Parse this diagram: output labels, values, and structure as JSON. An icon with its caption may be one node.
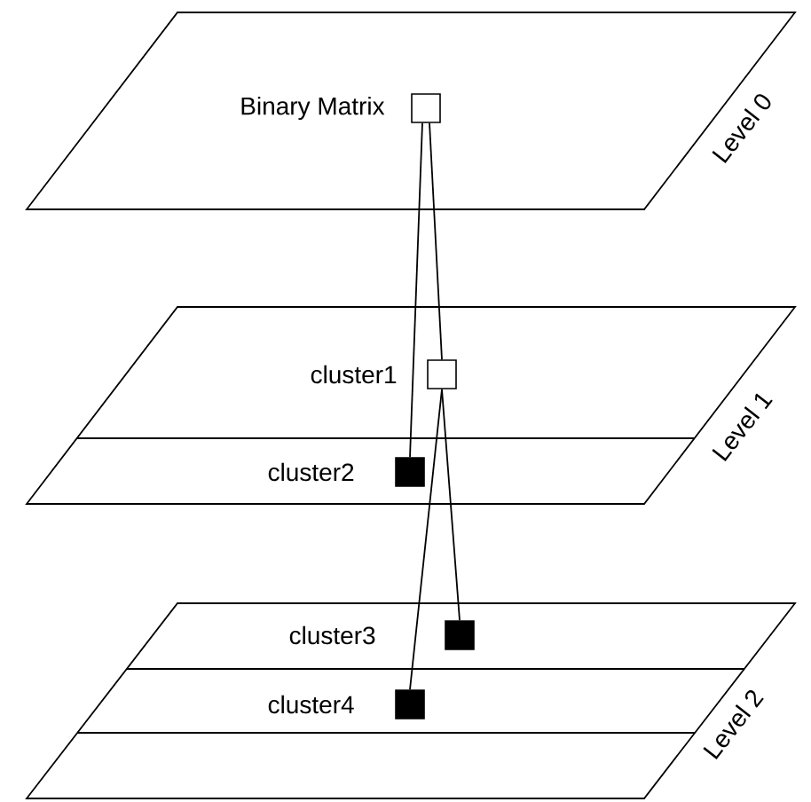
{
  "diagram": {
    "nodes": [
      {
        "text": [],
        "shape": "parallelogram",
        "beside": [
          "Level 0"
        ]
      },
      {
        "text": [],
        "shape": "parallelogram",
        "beside": [
          "Level 1"
        ]
      },
      {
        "text": [],
        "shape": "parallelogram",
        "beside": [
          "Level 2"
        ]
      },
      {
        "text": [],
        "shape": "box",
        "beside": [
          "Binary Matrix"
        ],
        "in": 0
      },
      {
        "text": [],
        "shape": "box",
        "beside": [
          "cluster1"
        ],
        "in": 1
      },
      {
        "text": [],
        "shape": "box",
        "beside": [
          "cluster2"
        ],
        "in": 1
      },
      {
        "text": [],
        "shape": "box",
        "beside": [
          "cluster3"
        ],
        "in": 2
      },
      {
        "text": [],
        "shape": "box",
        "beside": [
          "cluster4"
        ],
        "in": 2
      }
    ],
    "edges": [
      {
        "from": 3,
        "to": 5,
        "arrow": "none"
      },
      {
        "from": 3,
        "to": 4,
        "arrow": "none"
      },
      {
        "from": 4,
        "to": 6,
        "arrow": "none"
      },
      {
        "from": 4,
        "to": 7,
        "arrow": "none"
      }
    ]
  }
}
